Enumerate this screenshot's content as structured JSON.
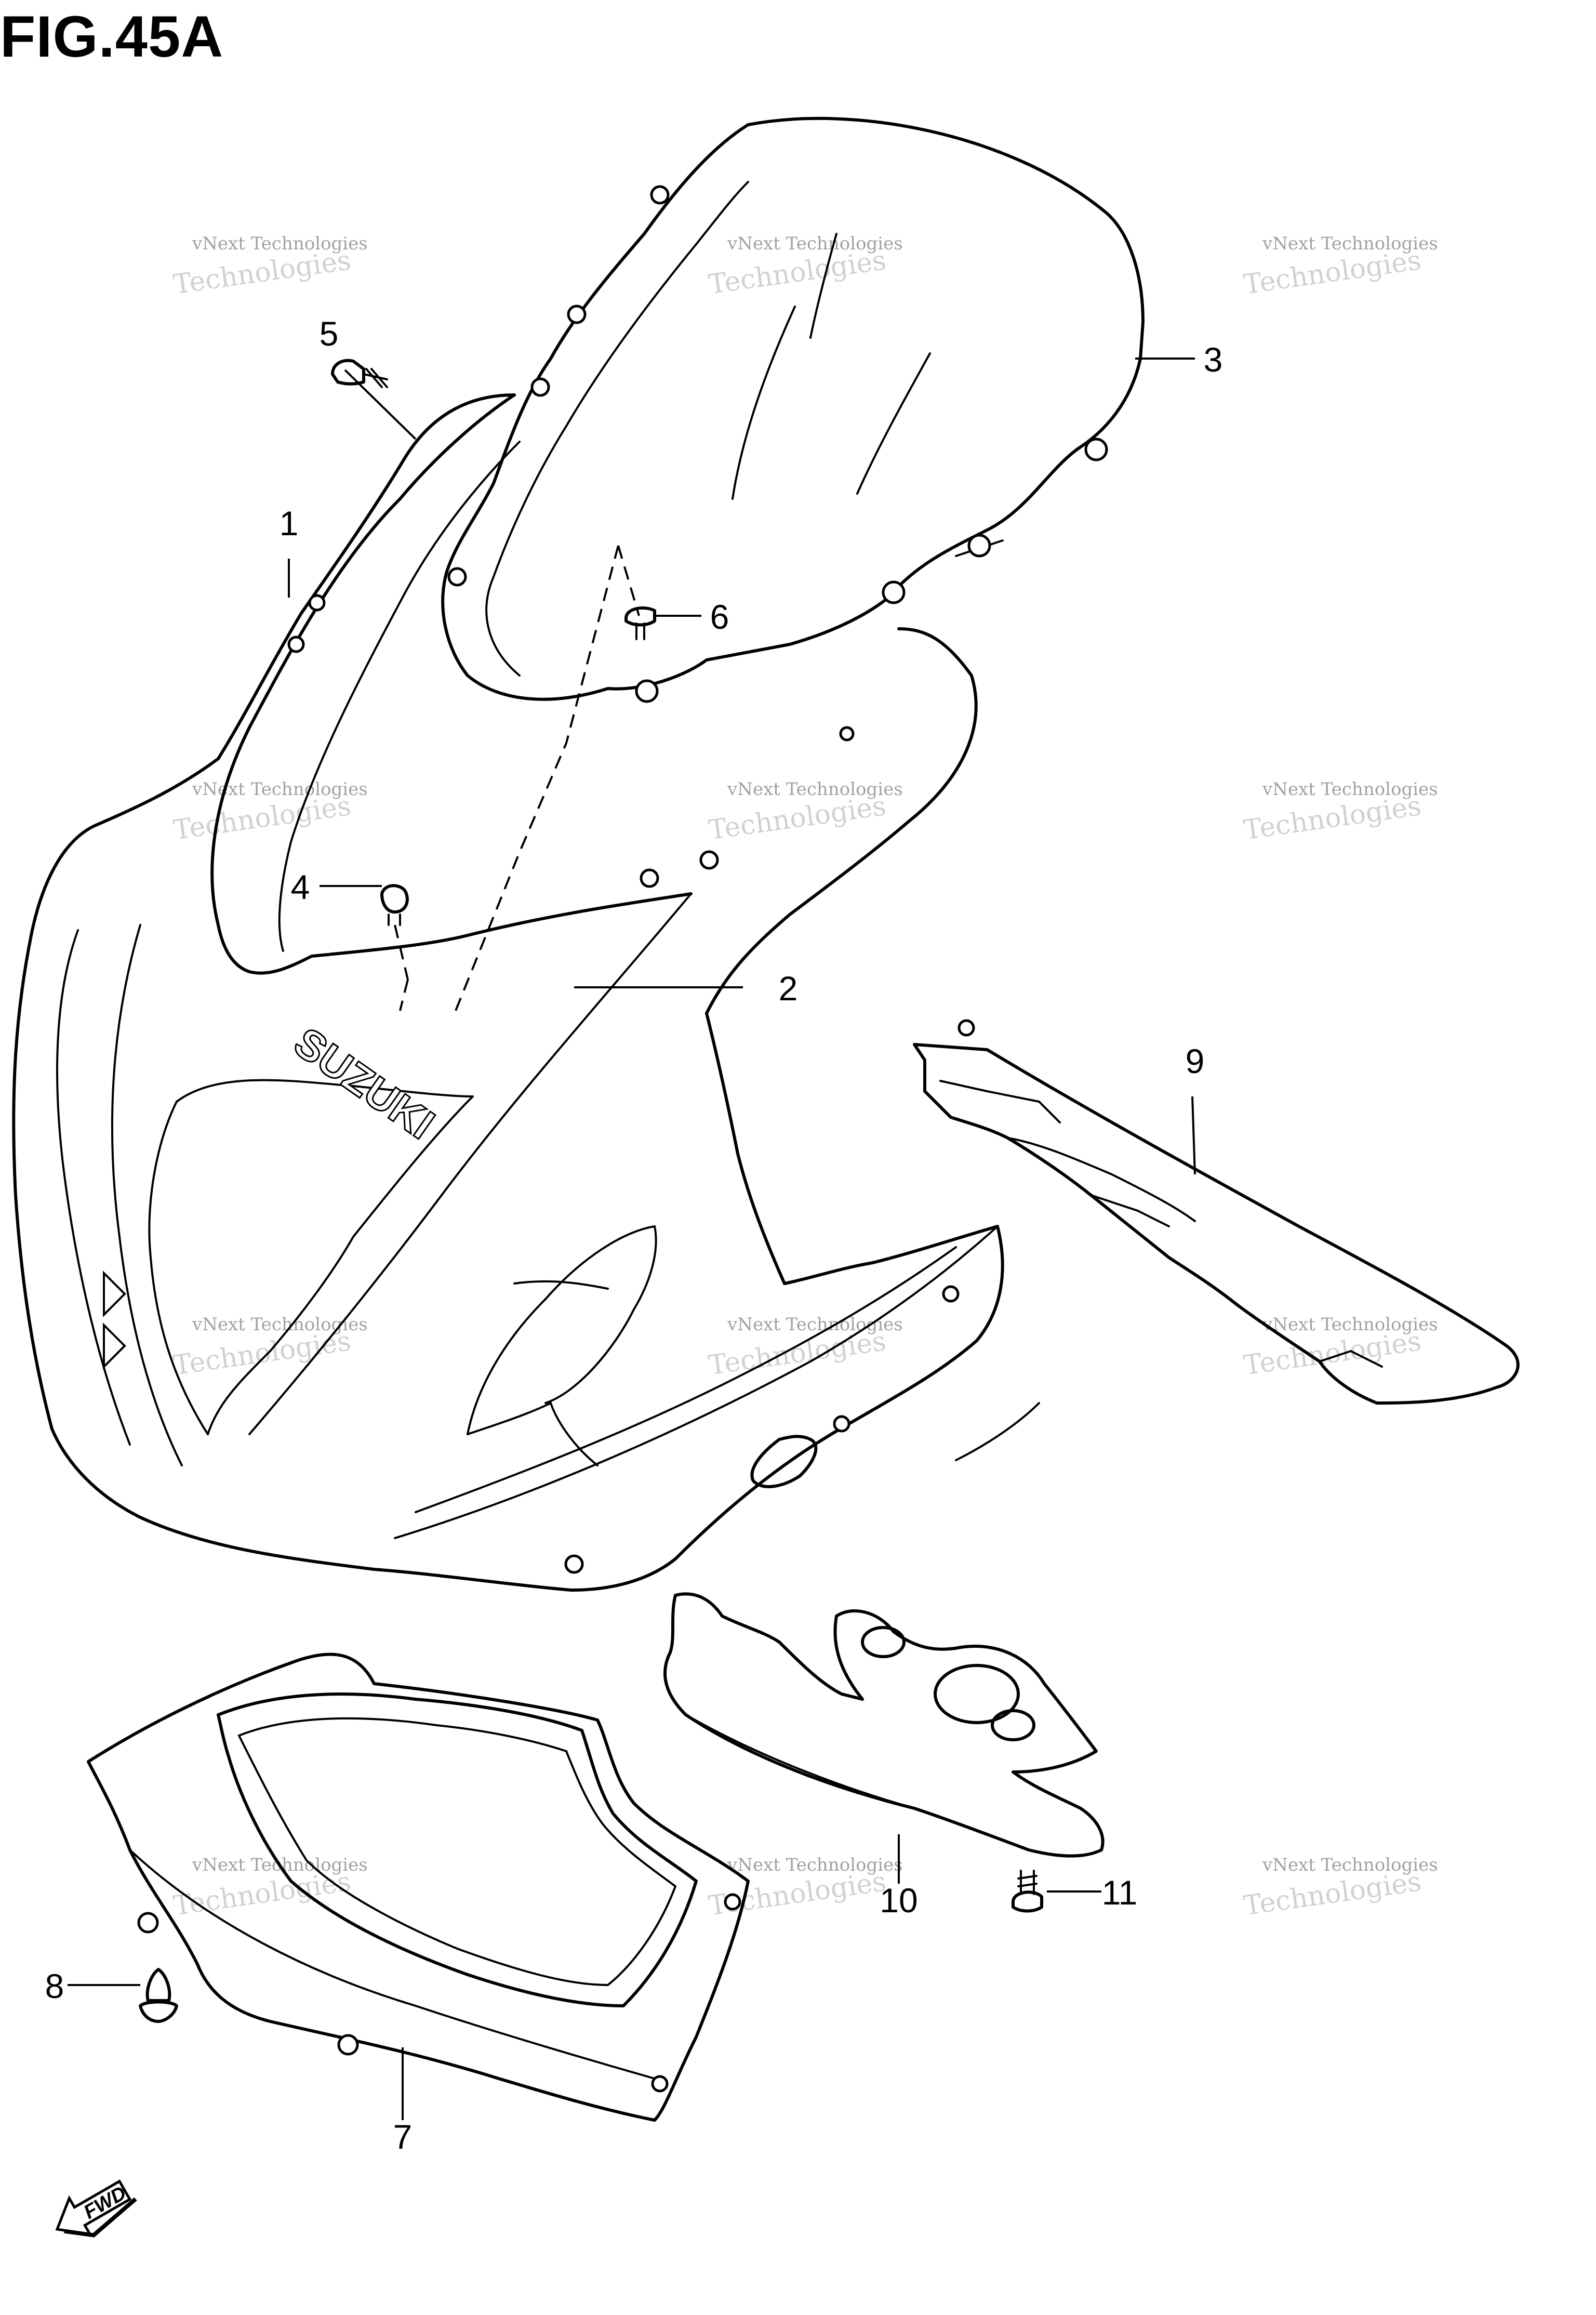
{
  "figure": {
    "title": "FIG.45A"
  },
  "callouts": [
    {
      "id": "c1",
      "label": "1"
    },
    {
      "id": "c2",
      "label": "2"
    },
    {
      "id": "c3",
      "label": "3"
    },
    {
      "id": "c4",
      "label": "4"
    },
    {
      "id": "c5",
      "label": "5"
    },
    {
      "id": "c6",
      "label": "6"
    },
    {
      "id": "c7",
      "label": "7"
    },
    {
      "id": "c8",
      "label": "8"
    },
    {
      "id": "c9",
      "label": "9"
    },
    {
      "id": "c10",
      "label": "10"
    },
    {
      "id": "c11",
      "label": "11"
    }
  ],
  "brand_mark": "SUZUKI",
  "direction_mark": "FWD",
  "watermark": {
    "line1": "vNext Technologies",
    "line2": "Technologies"
  }
}
